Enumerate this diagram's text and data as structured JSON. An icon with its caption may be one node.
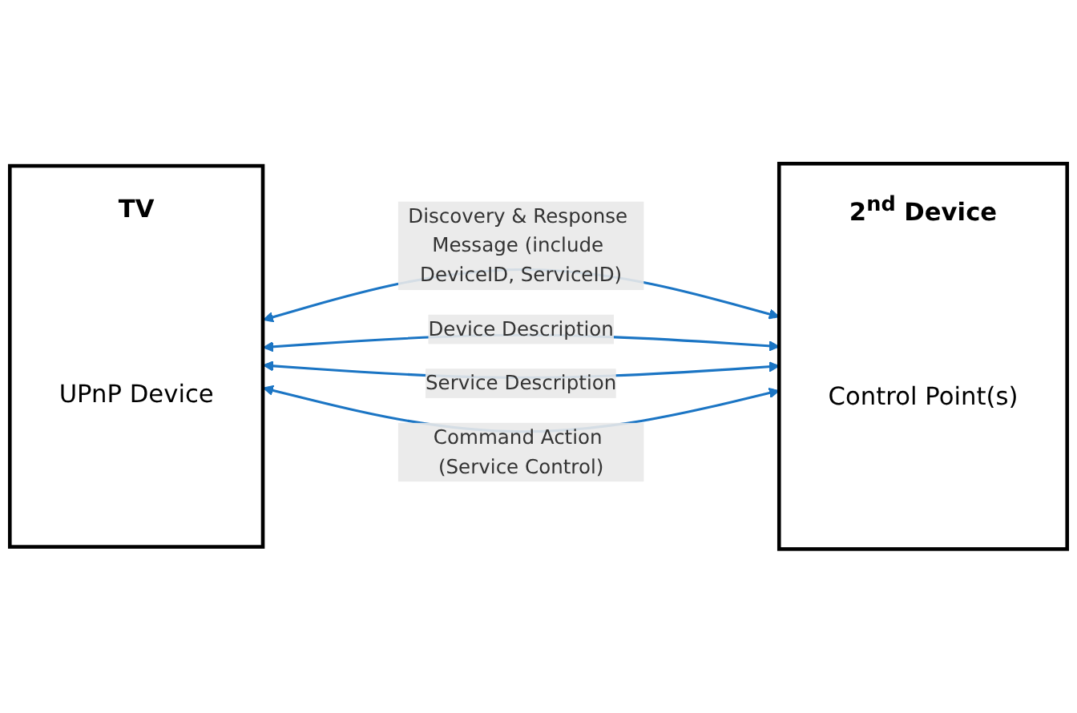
{
  "diagram": {
    "nodes": [
      {
        "text": [
          "TV",
          "UPnP Device"
        ]
      },
      {
        "text": [
          "2$^{nd}$ Device",
          "Control Point(s)"
        ]
      }
    ],
    "edges": [
      {
        "from": 0,
        "to": 1,
        "arrow": "both",
        "label": "Discovery & Response Message (include DeviceID, ServiceID)"
      },
      {
        "from": 0,
        "to": 1,
        "arrow": "both",
        "label": "Device Description"
      },
      {
        "from": 0,
        "to": 1,
        "arrow": "both",
        "label": "Service Description"
      },
      {
        "from": 0,
        "to": 1,
        "arrow": "both",
        "label": "Command Action (Service Control)"
      }
    ]
  }
}
